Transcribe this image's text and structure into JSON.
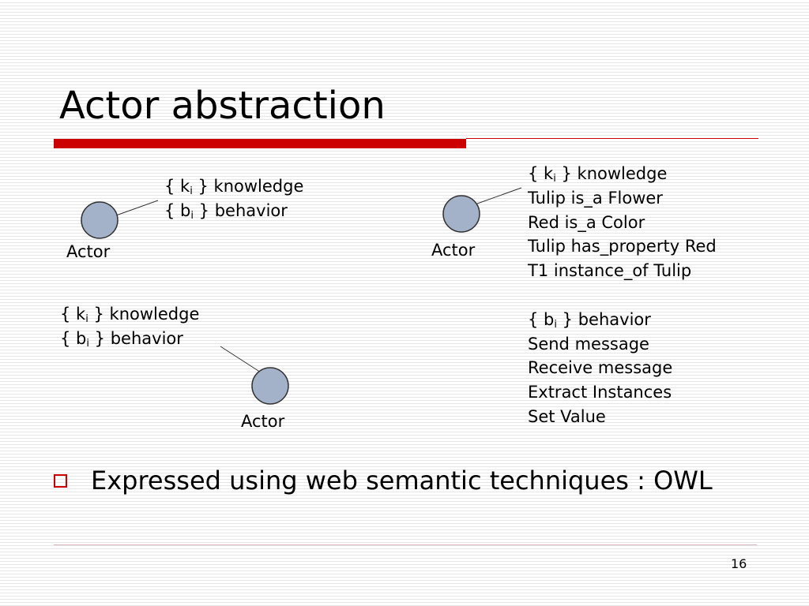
{
  "slide": {
    "title": "Actor abstraction",
    "page_number": "16"
  },
  "diagram": {
    "nodes": [
      {
        "id": "actor-1",
        "label": "Actor"
      },
      {
        "id": "actor-2",
        "label": "Actor"
      },
      {
        "id": "actor-3",
        "label": "Actor"
      }
    ],
    "callout_1": {
      "knowledge": {
        "brace_open": "{ k",
        "sub": "i",
        "rest": " } knowledge"
      },
      "behavior": {
        "brace_open": "{ b",
        "sub": "i",
        "rest": " } behavior"
      }
    },
    "callout_3": {
      "knowledge": {
        "brace_open": "{ k",
        "sub": "i",
        "rest": " } knowledge"
      },
      "behavior": {
        "brace_open": "{ b",
        "sub": "i",
        "rest": " } behavior"
      }
    },
    "callout_2": {
      "knowledge": {
        "brace_open": "{ k",
        "sub": "i",
        "rest": " } knowledge"
      },
      "facts": [
        "Tulip is_a Flower",
        "Red is_a Color",
        "Tulip has_property Red",
        "T1 instance_of Tulip"
      ],
      "behavior": {
        "brace_open": "{ b",
        "sub": "i",
        "rest": " } behavior"
      },
      "actions": [
        "Send message",
        "Receive message",
        "Extract Instances",
        "Set Value"
      ]
    }
  },
  "bullets": [
    {
      "text": "Expressed using web semantic techniques : OWL"
    }
  ],
  "colors": {
    "accent": "#cc0000",
    "node_fill": "#a3b2c9",
    "node_stroke": "#333333"
  }
}
